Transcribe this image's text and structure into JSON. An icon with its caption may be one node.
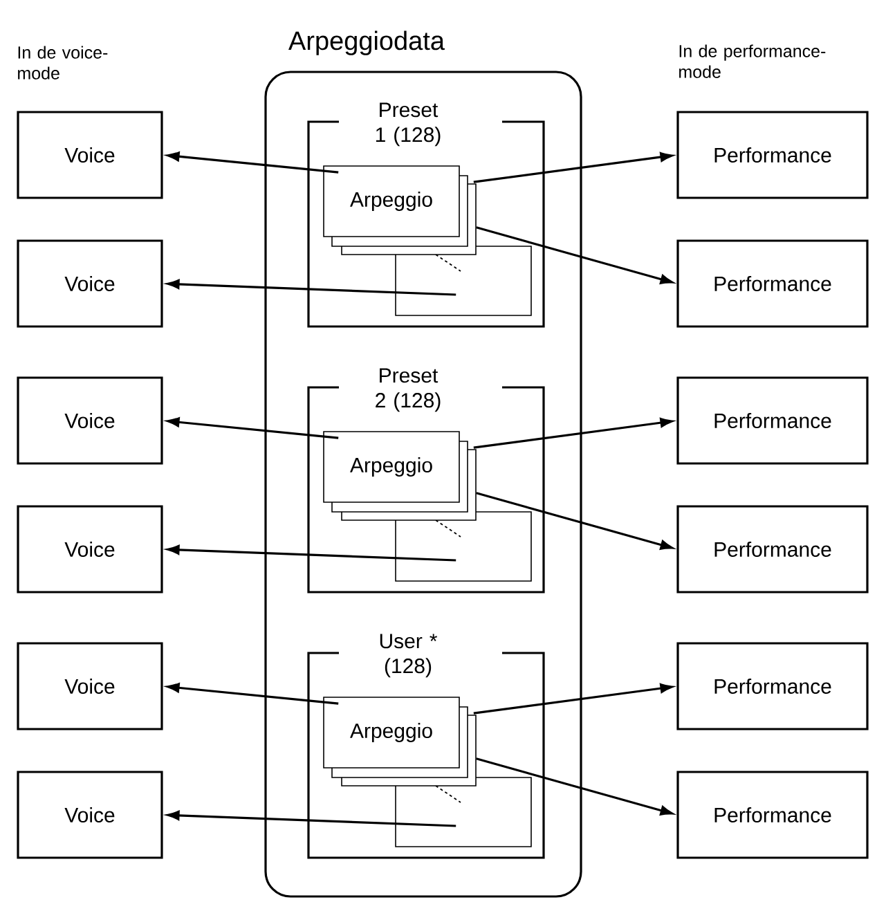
{
  "diagram": {
    "nodes": [
      {
        "text": [
          "Arpeggiodata"
        ]
      },
      {
        "text": [
          "Preset 1 (128)"
        ],
        "in": 0
      },
      {
        "text": [
          "Arpeggio"
        ],
        "in": 1
      },
      {
        "text": [],
        "shape": "box",
        "in": 1
      },
      {
        "text": [
          "Preset 2 (128)"
        ],
        "in": 0
      },
      {
        "text": [
          "Arpeggio"
        ],
        "in": 4
      },
      {
        "text": [],
        "shape": "box",
        "in": 4
      },
      {
        "text": [
          "User * (128)"
        ],
        "in": 0
      },
      {
        "text": [
          "Arpeggio"
        ],
        "in": 7
      },
      {
        "text": [],
        "shape": "box",
        "in": 7
      },
      {
        "text": [
          "Voice"
        ]
      },
      {
        "text": [
          "Voice"
        ]
      },
      {
        "text": [
          "Voice"
        ]
      },
      {
        "text": [
          "Voice"
        ]
      },
      {
        "text": [
          "Voice"
        ]
      },
      {
        "text": [
          "Voice"
        ]
      },
      {
        "text": [
          "Performance"
        ]
      },
      {
        "text": [
          "Performance"
        ]
      },
      {
        "text": [
          "Performance"
        ]
      },
      {
        "text": [
          "Performance"
        ]
      },
      {
        "text": [
          "Performance"
        ]
      },
      {
        "text": [
          "Performance"
        ]
      }
    ],
    "edges": [
      {
        "from": 2,
        "to": 10,
        "arrow": "to"
      },
      {
        "from": 2,
        "to": 16,
        "arrow": "to"
      },
      {
        "from": 2,
        "to": 17,
        "arrow": "to"
      },
      {
        "from": 3,
        "to": 11,
        "arrow": "to"
      },
      {
        "from": 5,
        "to": 12,
        "arrow": "to"
      },
      {
        "from": 5,
        "to": 18,
        "arrow": "to"
      },
      {
        "from": 5,
        "to": 19,
        "arrow": "to"
      },
      {
        "from": 6,
        "to": 13,
        "arrow": "to"
      },
      {
        "from": 8,
        "to": 14,
        "arrow": "to"
      },
      {
        "from": 8,
        "to": 20,
        "arrow": "to"
      },
      {
        "from": 8,
        "to": 21,
        "arrow": "to"
      },
      {
        "from": 9,
        "to": 15,
        "arrow": "to"
      }
    ],
    "labels": [
      "In de voice-mode",
      "In de performance-mode"
    ]
  }
}
